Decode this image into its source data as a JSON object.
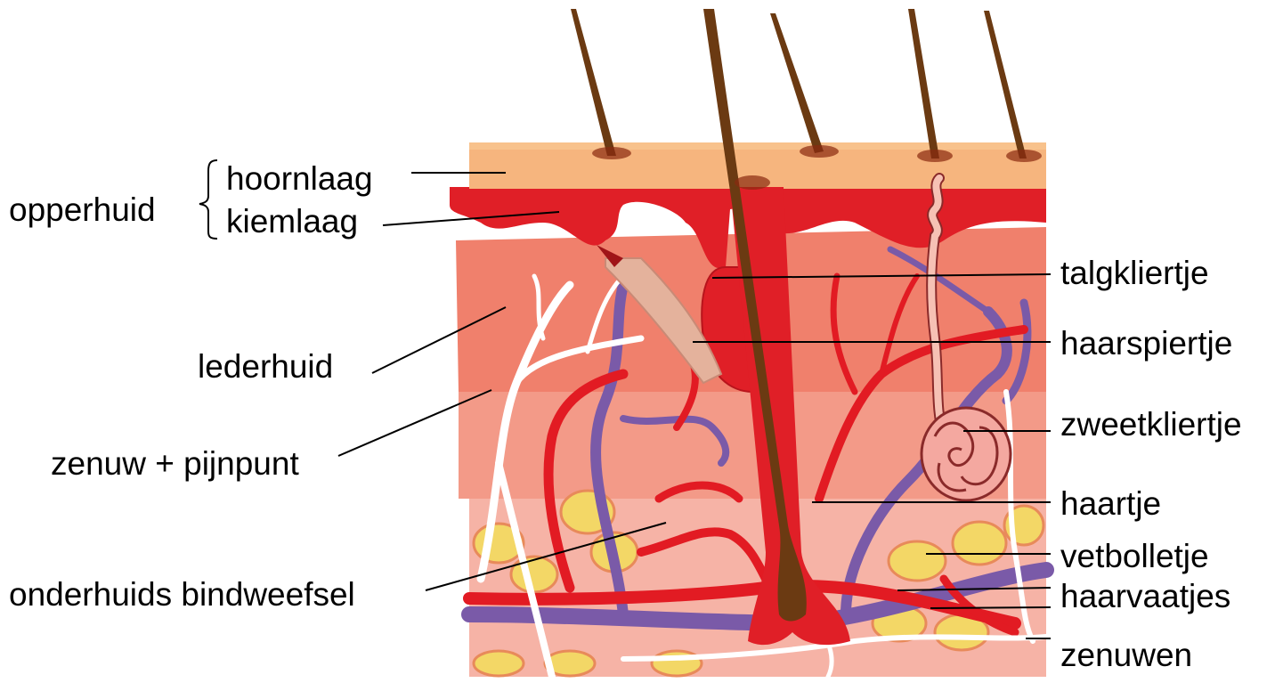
{
  "labels": {
    "opperhuid": "opperhuid",
    "hoornlaag": "hoornlaag",
    "kiemlaag": "kiemlaag",
    "lederhuid": "lederhuid",
    "zenuw_pijnpunt": "zenuw + pijnpunt",
    "onderhuids_bindweefsel": "onderhuids bindweefsel",
    "talgkliertje": "talgkliertje",
    "haarspiertje": "haarspiertje",
    "zweetkliertje": "zweetkliertje",
    "haartje": "haartje",
    "vetbolletje": "vetbolletje",
    "haarvaatjes": "haarvaatjes",
    "zenuwen": "zenuwen"
  },
  "colors": {
    "horny_layer": "#f7b07a",
    "germinal_layer": "#e0202a",
    "dermis": "#f08a7a",
    "subcutis": "#f6a79a",
    "artery": "#e21b23",
    "vein": "#7a5aa8",
    "nerve": "#ffffff",
    "hair": "#6b3a12",
    "fat": "#f2d66a",
    "sweat_gland": "#f4a8a0"
  }
}
